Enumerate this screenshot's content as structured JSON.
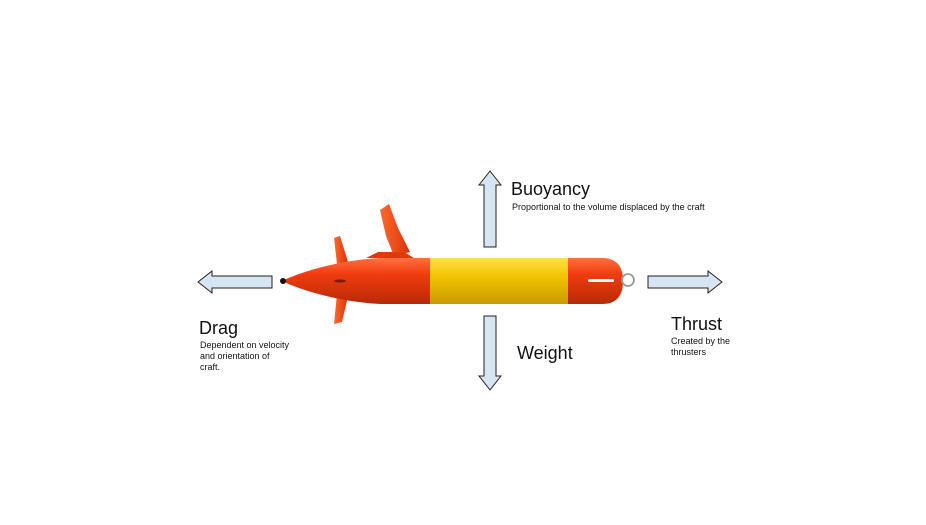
{
  "forces": {
    "buoyancy": {
      "title": "Buoyancy",
      "description": "Proportional to the volume displaced by the craft"
    },
    "weight": {
      "title": "Weight"
    },
    "drag": {
      "title": "Drag",
      "description": "Dependent on velocity and orientation of craft."
    },
    "thrust": {
      "title": "Thrust",
      "description": "Created by the thrusters"
    }
  },
  "colors": {
    "arrow_fill": "#d6e4f4",
    "arrow_stroke": "#222222",
    "hull_orange": "#f03c10",
    "hull_yellow": "#f2c400"
  }
}
